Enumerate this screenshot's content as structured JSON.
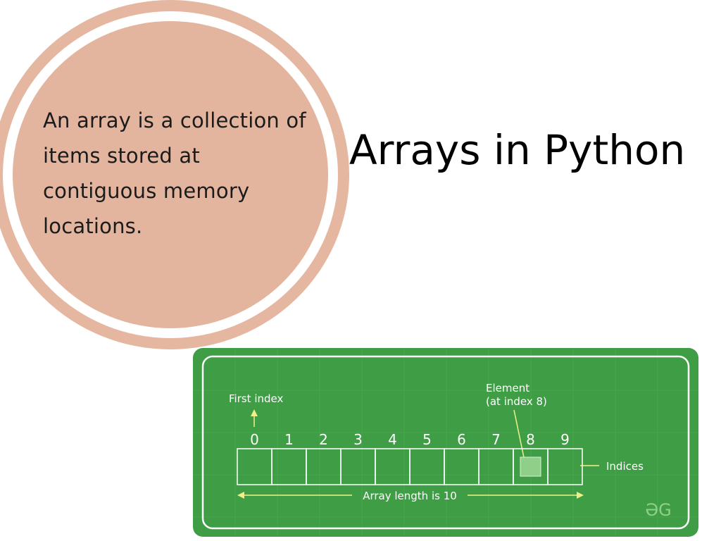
{
  "slide": {
    "definition": "An array is a collection of items stored at contiguous memory locations.",
    "title": "Arrays in Python"
  },
  "diagram": {
    "first_index_label": "First index",
    "element_label_line1": "Element",
    "element_label_line2": "(at index 8)",
    "indices_label": "Indices",
    "length_label": "Array length is 10",
    "logo_text": "GG",
    "indices": [
      "0",
      "1",
      "2",
      "3",
      "4",
      "5",
      "6",
      "7",
      "8",
      "9"
    ],
    "highlighted_index": 8,
    "colors": {
      "background": "#3f9e45",
      "border": "#ffffff",
      "arrow": "#f2ef8a",
      "highlight": "#8fcf8a",
      "circle": "#e3b59f"
    }
  }
}
